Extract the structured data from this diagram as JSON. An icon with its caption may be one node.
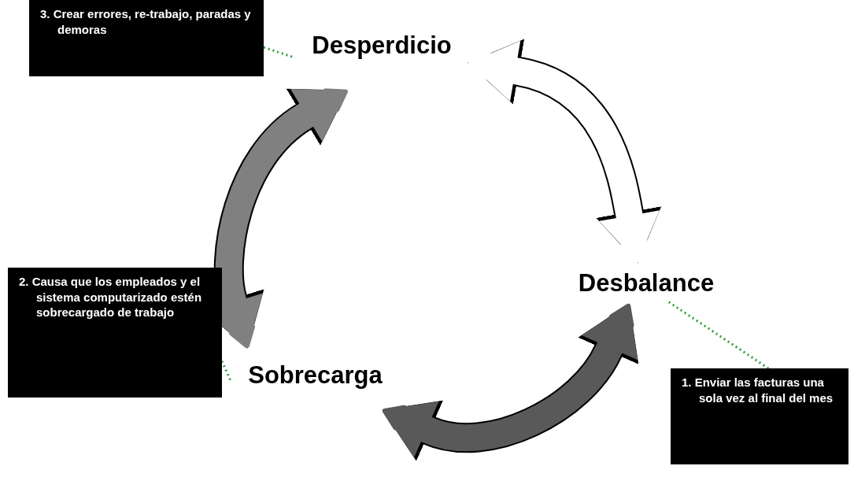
{
  "diagram": {
    "nodes": [
      {
        "text": [
          "Desperdicio"
        ]
      },
      {
        "text": [
          "Desbalance"
        ]
      },
      {
        "text": [
          "Sobrecarga"
        ]
      },
      {
        "text": [
          "3. Crear errores, re-trabajo, paradas y demoras"
        ]
      },
      {
        "text": [
          "2. Causa que los empleados y el sistema computarizado estén sobrecargado de trabajo"
        ]
      },
      {
        "text": [
          "1. Enviar las facturas una sola vez al final del mes"
        ]
      }
    ],
    "edges": [
      {
        "from": 0,
        "to": 1,
        "arrow": "both",
        "style": "thick",
        "color": "#ffffff"
      },
      {
        "from": 2,
        "to": 1,
        "arrow": "both",
        "style": "thick",
        "color": "#595959"
      },
      {
        "from": 0,
        "to": 2,
        "arrow": "both",
        "style": "thick",
        "color": "#808080"
      },
      {
        "from": 3,
        "to": 0,
        "arrow": "none",
        "style": "dashed",
        "color": "#2e9e3a"
      },
      {
        "from": 4,
        "to": 2,
        "arrow": "none",
        "style": "dashed",
        "color": "#2e9e3a"
      },
      {
        "from": 5,
        "to": 1,
        "arrow": "none",
        "style": "dashed",
        "color": "#2e9e3a"
      }
    ]
  }
}
